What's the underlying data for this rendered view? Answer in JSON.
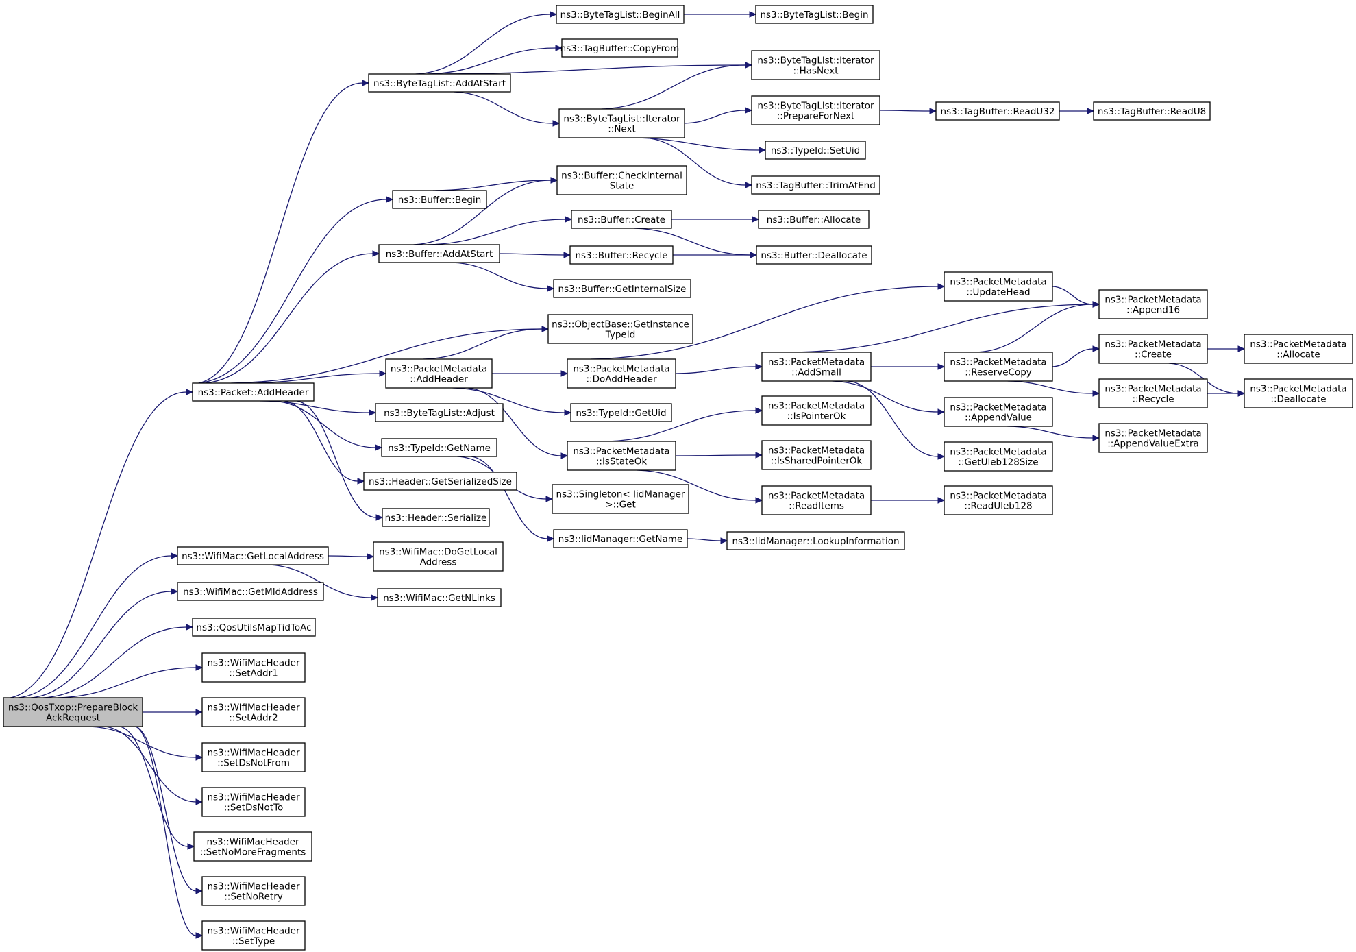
{
  "graph": {
    "root": "n0",
    "nodes": [
      {
        "id": "n0",
        "lines": [
          "ns3::QosTxop::PrepareBlock",
          "AckRequest"
        ]
      },
      {
        "id": "n1",
        "lines": [
          "ns3::Packet::AddHeader"
        ]
      },
      {
        "id": "n2",
        "lines": [
          "ns3::WifiMac::GetLocalAddress"
        ]
      },
      {
        "id": "n3",
        "lines": [
          "ns3::WifiMac::GetMldAddress"
        ]
      },
      {
        "id": "n4",
        "lines": [
          "ns3::QosUtilsMapTidToAc"
        ]
      },
      {
        "id": "n5",
        "lines": [
          "ns3::WifiMacHeader",
          "::SetAddr1"
        ]
      },
      {
        "id": "n6",
        "lines": [
          "ns3::WifiMacHeader",
          "::SetAddr2"
        ]
      },
      {
        "id": "n7",
        "lines": [
          "ns3::WifiMacHeader",
          "::SetDsNotFrom"
        ]
      },
      {
        "id": "n8",
        "lines": [
          "ns3::WifiMacHeader",
          "::SetDsNotTo"
        ]
      },
      {
        "id": "n9",
        "lines": [
          "ns3::WifiMacHeader",
          "::SetNoMoreFragments"
        ]
      },
      {
        "id": "n10",
        "lines": [
          "ns3::WifiMacHeader",
          "::SetNoRetry"
        ]
      },
      {
        "id": "n11",
        "lines": [
          "ns3::WifiMacHeader",
          "::SetType"
        ]
      },
      {
        "id": "n12",
        "lines": [
          "ns3::ByteTagList::AddAtStart"
        ]
      },
      {
        "id": "n13",
        "lines": [
          "ns3::Buffer::Begin"
        ]
      },
      {
        "id": "n14",
        "lines": [
          "ns3::Buffer::AddAtStart"
        ]
      },
      {
        "id": "n15",
        "lines": [
          "ns3::ObjectBase::GetInstance",
          "TypeId"
        ]
      },
      {
        "id": "n16",
        "lines": [
          "ns3::PacketMetadata",
          "::AddHeader"
        ]
      },
      {
        "id": "n17",
        "lines": [
          "ns3::ByteTagList::Adjust"
        ]
      },
      {
        "id": "n18",
        "lines": [
          "ns3::TypeId::GetName"
        ]
      },
      {
        "id": "n19",
        "lines": [
          "ns3::Header::GetSerializedSize"
        ]
      },
      {
        "id": "n20",
        "lines": [
          "ns3::Header::Serialize"
        ]
      },
      {
        "id": "n21",
        "lines": [
          "ns3::WifiMac::DoGetLocal",
          "Address"
        ]
      },
      {
        "id": "n22",
        "lines": [
          "ns3::WifiMac::GetNLinks"
        ]
      },
      {
        "id": "n23",
        "lines": [
          "ns3::ByteTagList::BeginAll"
        ]
      },
      {
        "id": "n24",
        "lines": [
          "ns3::TagBuffer::CopyFrom"
        ]
      },
      {
        "id": "n25",
        "lines": [
          "ns3::ByteTagList::Iterator",
          "::Next"
        ]
      },
      {
        "id": "n26",
        "lines": [
          "ns3::Buffer::CheckInternal",
          "State"
        ]
      },
      {
        "id": "n27",
        "lines": [
          "ns3::Buffer::Create"
        ]
      },
      {
        "id": "n28",
        "lines": [
          "ns3::Buffer::Recycle"
        ]
      },
      {
        "id": "n29",
        "lines": [
          "ns3::Buffer::GetInternalSize"
        ]
      },
      {
        "id": "n30",
        "lines": [
          "ns3::PacketMetadata",
          "::DoAddHeader"
        ]
      },
      {
        "id": "n31",
        "lines": [
          "ns3::TypeId::GetUid"
        ]
      },
      {
        "id": "n32",
        "lines": [
          "ns3::PacketMetadata",
          "::IsStateOk"
        ]
      },
      {
        "id": "n33",
        "lines": [
          "ns3::Singleton< IidManager",
          " >::Get"
        ]
      },
      {
        "id": "n34",
        "lines": [
          "ns3::IidManager::GetName"
        ]
      },
      {
        "id": "n35",
        "lines": [
          "ns3::ByteTagList::Begin"
        ]
      },
      {
        "id": "n36",
        "lines": [
          "ns3::ByteTagList::Iterator",
          "::HasNext"
        ]
      },
      {
        "id": "n37",
        "lines": [
          "ns3::ByteTagList::Iterator",
          "::PrepareForNext"
        ]
      },
      {
        "id": "n38",
        "lines": [
          "ns3::TypeId::SetUid"
        ]
      },
      {
        "id": "n39",
        "lines": [
          "ns3::TagBuffer::TrimAtEnd"
        ]
      },
      {
        "id": "n40",
        "lines": [
          "ns3::Buffer::Allocate"
        ]
      },
      {
        "id": "n41",
        "lines": [
          "ns3::Buffer::Deallocate"
        ]
      },
      {
        "id": "n42",
        "lines": [
          "ns3::PacketMetadata",
          "::AddSmall"
        ]
      },
      {
        "id": "n43",
        "lines": [
          "ns3::PacketMetadata",
          "::IsPointerOk"
        ]
      },
      {
        "id": "n44",
        "lines": [
          "ns3::PacketMetadata",
          "::IsSharedPointerOk"
        ]
      },
      {
        "id": "n45",
        "lines": [
          "ns3::PacketMetadata",
          "::ReadItems"
        ]
      },
      {
        "id": "n46",
        "lines": [
          "ns3::IidManager::LookupInformation"
        ]
      },
      {
        "id": "n47",
        "lines": [
          "ns3::TagBuffer::ReadU32"
        ]
      },
      {
        "id": "n48",
        "lines": [
          "ns3::TagBuffer::ReadU8"
        ]
      },
      {
        "id": "n49",
        "lines": [
          "ns3::PacketMetadata",
          "::UpdateHead"
        ]
      },
      {
        "id": "n50",
        "lines": [
          "ns3::PacketMetadata",
          "::ReserveCopy"
        ]
      },
      {
        "id": "n51",
        "lines": [
          "ns3::PacketMetadata",
          "::AppendValue"
        ]
      },
      {
        "id": "n52",
        "lines": [
          "ns3::PacketMetadata",
          "::GetUleb128Size"
        ]
      },
      {
        "id": "n53",
        "lines": [
          "ns3::PacketMetadata",
          "::ReadUleb128"
        ]
      },
      {
        "id": "n54",
        "lines": [
          "ns3::PacketMetadata",
          "::Append16"
        ]
      },
      {
        "id": "n55",
        "lines": [
          "ns3::PacketMetadata",
          "::Create"
        ]
      },
      {
        "id": "n56",
        "lines": [
          "ns3::PacketMetadata",
          "::Recycle"
        ]
      },
      {
        "id": "n57",
        "lines": [
          "ns3::PacketMetadata",
          "::AppendValueExtra"
        ]
      },
      {
        "id": "n58",
        "lines": [
          "ns3::PacketMetadata",
          "::Allocate"
        ]
      },
      {
        "id": "n59",
        "lines": [
          "ns3::PacketMetadata",
          "::Deallocate"
        ]
      }
    ],
    "edges": [
      [
        "n0",
        "n1"
      ],
      [
        "n0",
        "n2"
      ],
      [
        "n0",
        "n3"
      ],
      [
        "n0",
        "n4"
      ],
      [
        "n0",
        "n5"
      ],
      [
        "n0",
        "n6"
      ],
      [
        "n0",
        "n7"
      ],
      [
        "n0",
        "n8"
      ],
      [
        "n0",
        "n9"
      ],
      [
        "n0",
        "n10"
      ],
      [
        "n0",
        "n11"
      ],
      [
        "n1",
        "n12"
      ],
      [
        "n1",
        "n13"
      ],
      [
        "n1",
        "n14"
      ],
      [
        "n1",
        "n15"
      ],
      [
        "n1",
        "n16"
      ],
      [
        "n1",
        "n17"
      ],
      [
        "n1",
        "n18"
      ],
      [
        "n1",
        "n19"
      ],
      [
        "n1",
        "n20"
      ],
      [
        "n2",
        "n21"
      ],
      [
        "n2",
        "n22"
      ],
      [
        "n12",
        "n23"
      ],
      [
        "n12",
        "n24"
      ],
      [
        "n12",
        "n36"
      ],
      [
        "n12",
        "n25"
      ],
      [
        "n23",
        "n35"
      ],
      [
        "n25",
        "n36"
      ],
      [
        "n25",
        "n37"
      ],
      [
        "n25",
        "n38"
      ],
      [
        "n25",
        "n39"
      ],
      [
        "n37",
        "n47"
      ],
      [
        "n47",
        "n48"
      ],
      [
        "n13",
        "n26"
      ],
      [
        "n14",
        "n26"
      ],
      [
        "n14",
        "n27"
      ],
      [
        "n14",
        "n28"
      ],
      [
        "n14",
        "n29"
      ],
      [
        "n27",
        "n40"
      ],
      [
        "n27",
        "n41"
      ],
      [
        "n28",
        "n41"
      ],
      [
        "n16",
        "n15"
      ],
      [
        "n16",
        "n30"
      ],
      [
        "n16",
        "n31"
      ],
      [
        "n16",
        "n32"
      ],
      [
        "n30",
        "n49"
      ],
      [
        "n30",
        "n42"
      ],
      [
        "n49",
        "n54"
      ],
      [
        "n42",
        "n54"
      ],
      [
        "n42",
        "n50"
      ],
      [
        "n42",
        "n51"
      ],
      [
        "n42",
        "n52"
      ],
      [
        "n50",
        "n54"
      ],
      [
        "n50",
        "n55"
      ],
      [
        "n50",
        "n56"
      ],
      [
        "n55",
        "n58"
      ],
      [
        "n55",
        "n59"
      ],
      [
        "n56",
        "n59"
      ],
      [
        "n51",
        "n57"
      ],
      [
        "n32",
        "n43"
      ],
      [
        "n32",
        "n44"
      ],
      [
        "n32",
        "n45"
      ],
      [
        "n45",
        "n53"
      ],
      [
        "n18",
        "n33"
      ],
      [
        "n18",
        "n34"
      ],
      [
        "n34",
        "n46"
      ]
    ]
  }
}
